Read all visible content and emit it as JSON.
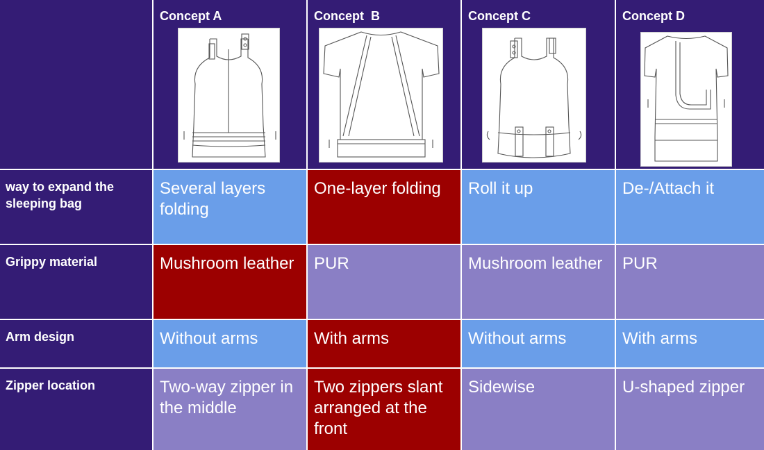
{
  "header": {
    "concepts": [
      {
        "title": "Concept A",
        "icon": "sleeping-bag-sketch-a"
      },
      {
        "title": "Concept  B",
        "icon": "sleeping-bag-sketch-b"
      },
      {
        "title": "Concept C",
        "icon": "sleeping-bag-sketch-c"
      },
      {
        "title": "Concept D",
        "icon": "sleeping-bag-sketch-d"
      }
    ]
  },
  "rows": [
    {
      "label": "way to expand the sleeping bag",
      "values": [
        "Several layers folding",
        "One-layer folding",
        "Roll it up",
        "De-/Attach it"
      ],
      "colors": [
        "#6a9ee9",
        "#9c0000",
        "#6a9ee9",
        "#6a9ee9"
      ]
    },
    {
      "label": "Grippy material",
      "values": [
        "Mushroom leather",
        "PUR",
        "Mushroom leather",
        "PUR"
      ],
      "colors": [
        "#9c0000",
        "#8a7fc5",
        "#8a7fc5",
        "#8a7fc5"
      ]
    },
    {
      "label": "Arm design",
      "values": [
        "Without arms",
        "With arms",
        "Without arms",
        "With arms"
      ],
      "colors": [
        "#6a9ee9",
        "#9c0000",
        "#6a9ee9",
        "#6a9ee9"
      ]
    },
    {
      "label": "Zipper location",
      "values": [
        "Two-way zipper in the middle",
        "Two zippers slant arranged at the front",
        "Sidewise",
        "U-shaped zipper"
      ],
      "colors": [
        "#8a7fc5",
        "#9c0000",
        "#8a7fc5",
        "#8a7fc5"
      ]
    }
  ],
  "colors": {
    "header_bg": "#341c75",
    "blue": "#6a9ee9",
    "red": "#9c0000",
    "purple": "#8a7fc5"
  }
}
